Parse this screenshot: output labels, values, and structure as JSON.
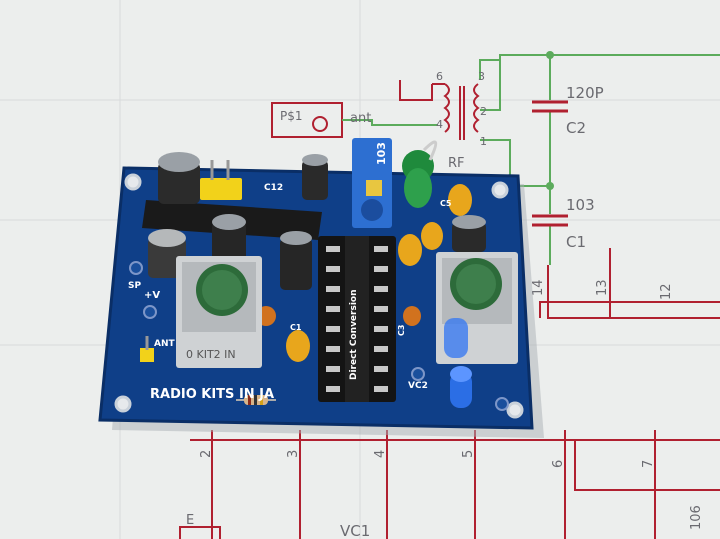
{
  "schematic": {
    "part_label": "P$1",
    "ant_label": "ant",
    "rf_label": "RF",
    "pin_6": "6",
    "pin_3": "3",
    "pin_4": "4",
    "pin_2": "2",
    "pin_1": "1",
    "cap_top_value": "120P",
    "cap_top_name": "C2",
    "cap_bottom_value": "103",
    "cap_bottom_name": "C1",
    "ic_pin_14": "14",
    "ic_pin_13": "13",
    "ic_pin_12": "12",
    "ic_pin_2": "2",
    "ic_pin_3": "3",
    "ic_pin_4": "4",
    "ic_pin_5": "5",
    "ic_pin_6": "6",
    "ic_pin_7": "7",
    "bottom_left_label": "E",
    "bottom_mid_label": "VC1",
    "bottom_right_label": "106"
  },
  "board": {
    "silk_brand": "RADIO KITS IN JA",
    "silk_product": "Direct Conversion",
    "coil_marking": "0 KIT2 IN",
    "trimpot_marking": "103",
    "label_sp": "SP",
    "label_plus_v": "+V",
    "label_ant": "ANT",
    "label_c12": "C12",
    "label_c3": "C3",
    "label_c5": "C5",
    "label_vc2": "VC2",
    "label_c1": "C1"
  },
  "colors": {
    "paper": "#eceeed",
    "wire_green": "#5cab5c",
    "wire_red": "#b02030",
    "pcb_blue": "#0f3f88",
    "pcb_edge": "#0a2e66"
  }
}
